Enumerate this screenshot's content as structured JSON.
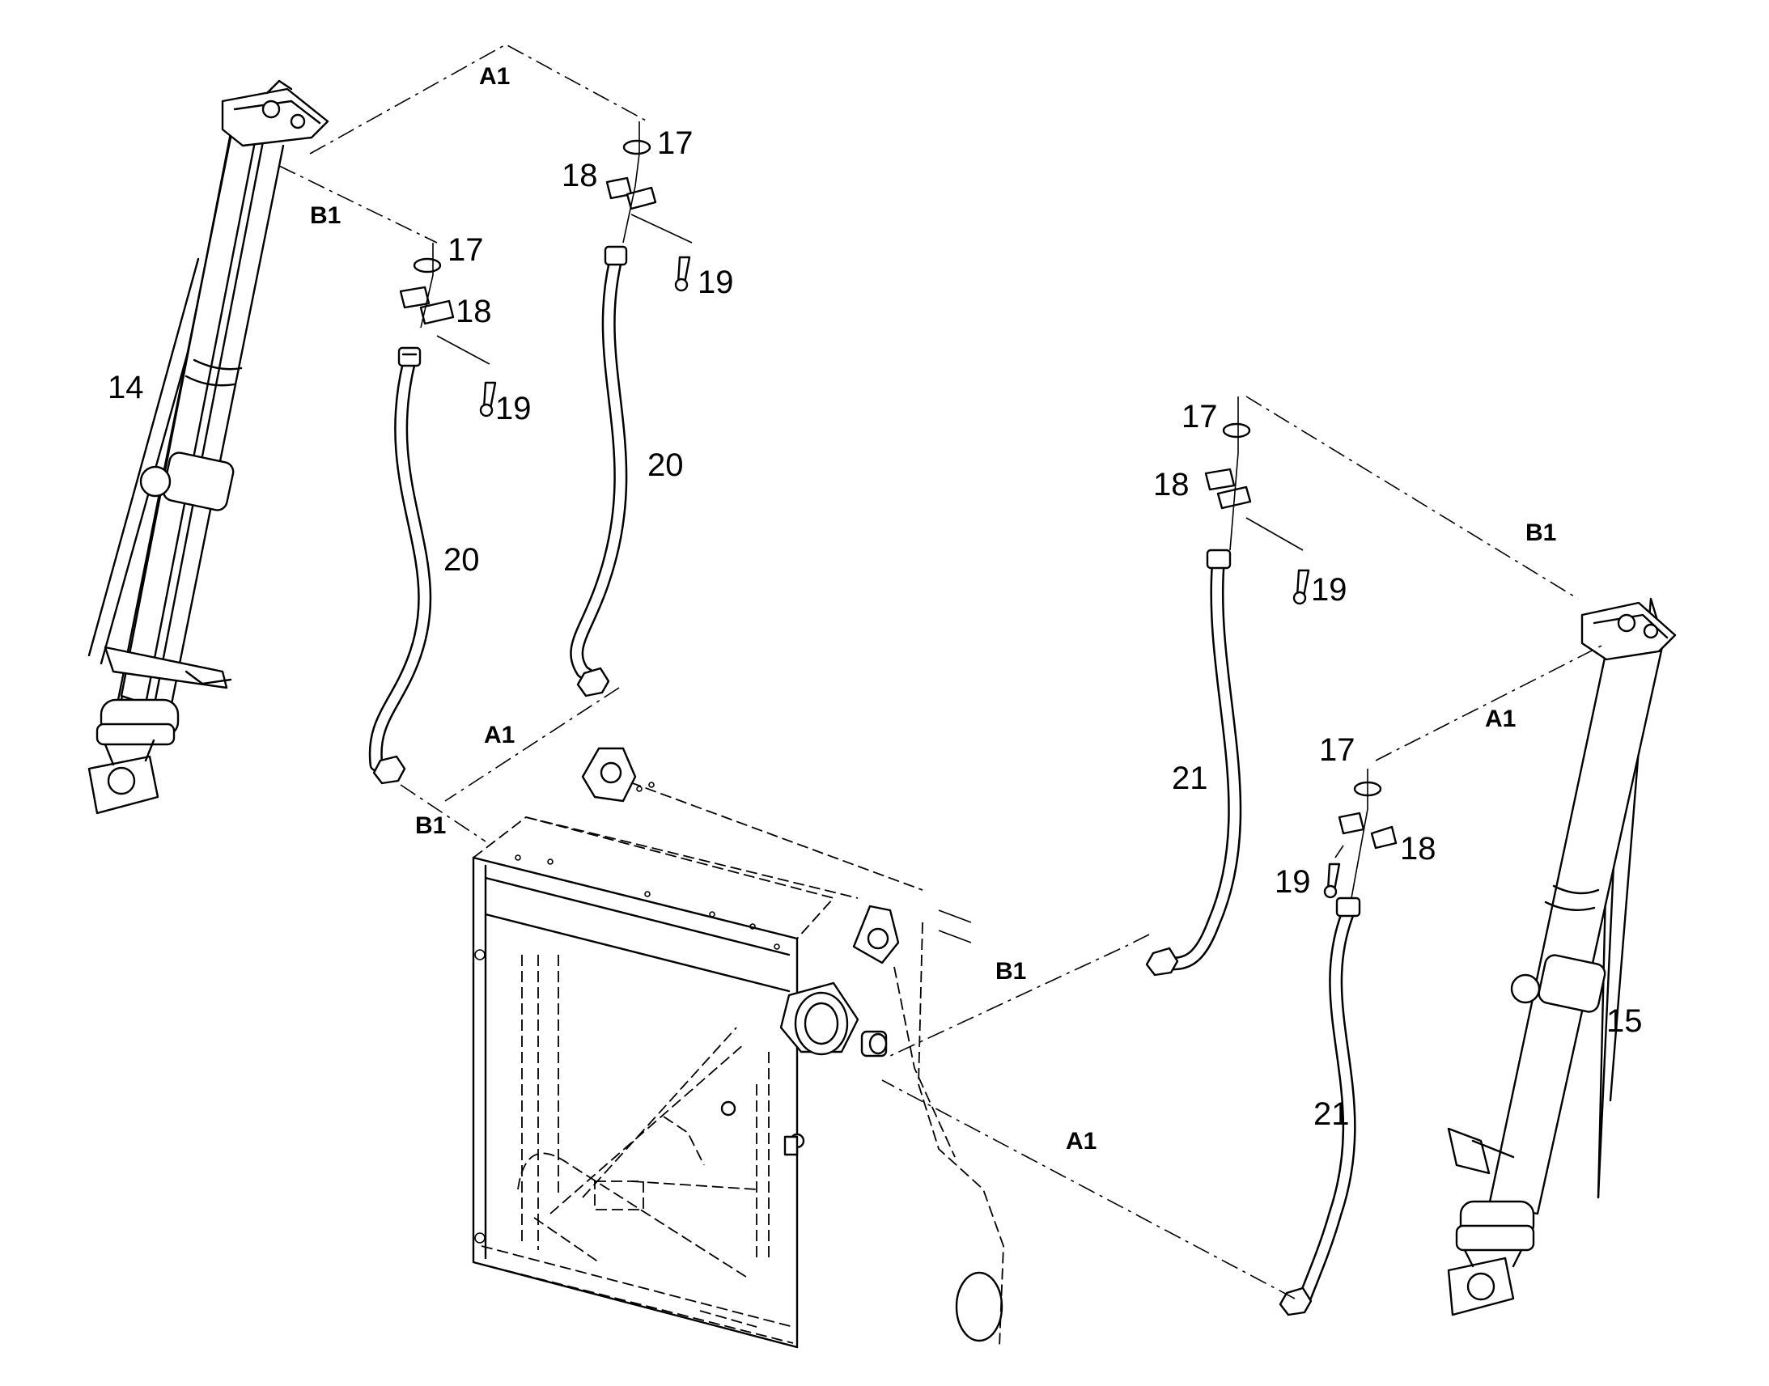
{
  "callouts": {
    "c14": "14",
    "c15": "15",
    "c17": "17",
    "c18": "18",
    "c19": "19",
    "c20": "20",
    "c21": "21"
  },
  "refs": {
    "a1": "A1",
    "b1": "B1"
  }
}
